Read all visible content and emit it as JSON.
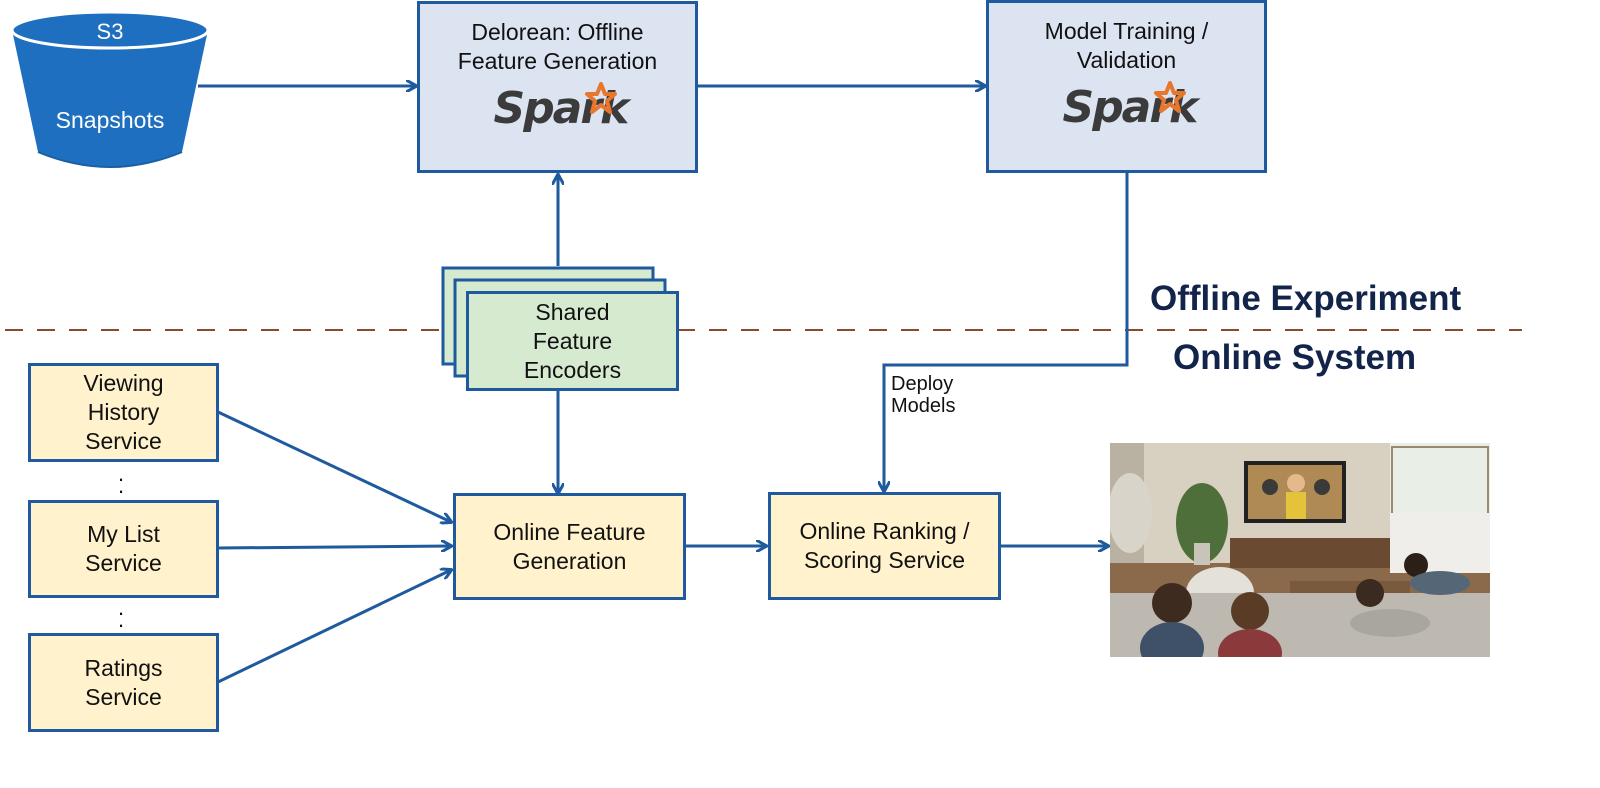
{
  "colors": {
    "arrow": "#1f5a9e",
    "box_border": "#1f5a9e",
    "blue_fill": "#dce4f1",
    "yellow_fill": "#fff2cc",
    "green_fill": "#d6ead0",
    "divider": "#8b4a2e",
    "heading": "#12244a",
    "bucket": "#1e6fbf"
  },
  "s3": {
    "top_label": "S3",
    "body_label": "Snapshots",
    "icon": "s3-bucket-icon"
  },
  "delorean": {
    "line1": "Delorean: Offline",
    "line2": "Feature Generation",
    "logo_text": "Spark",
    "logo": "spark-logo"
  },
  "training": {
    "line1": "Model Training /",
    "line2": "Validation",
    "logo_text": "Spark",
    "logo": "spark-logo"
  },
  "encoders": {
    "line1": "Shared",
    "line2": "Feature",
    "line3": "Encoders"
  },
  "labels": {
    "offline": "Offline Experiment",
    "online": "Online System",
    "deploy_line1": "Deploy",
    "deploy_line2": "Models"
  },
  "services": {
    "viewing": [
      "Viewing",
      "History",
      "Service"
    ],
    "mylist": [
      "My List",
      "Service"
    ],
    "ratings": [
      "Ratings",
      "Service"
    ],
    "ellipsis": ". ."
  },
  "online_feature": {
    "line1": "Online Feature",
    "line2": "Generation"
  },
  "ranking": {
    "line1": "Online Ranking /",
    "line2": "Scoring Service"
  },
  "photo": {
    "icon": "living-room-photo"
  }
}
